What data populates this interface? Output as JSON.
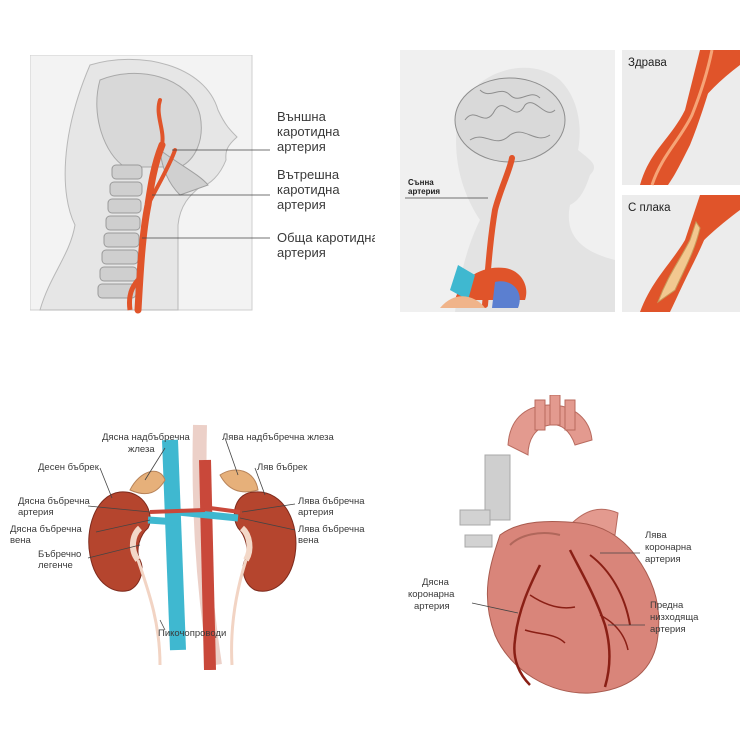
{
  "panel_neck": {
    "labels": {
      "external": [
        "Външна",
        "каротидна",
        "артерия"
      ],
      "internal": [
        "Вътрешна",
        "каротидна",
        "артерия"
      ],
      "common": [
        "Обща каротидна",
        "артерия"
      ]
    }
  },
  "panel_brain": {
    "label_carotid": [
      "Сънна",
      "артерия"
    ],
    "label_healthy": "Здрава",
    "label_plaque": "С плака"
  },
  "panel_kidney": {
    "labels": {
      "right_adrenal": [
        "Дясна надбъбречна",
        "жлеза"
      ],
      "left_adrenal": "Лява надбъбречна жлеза",
      "right_kidney": "Десен бъбрек",
      "left_kidney": "Ляв бъбрек",
      "right_renal_artery": [
        "Дясна бъбречна",
        "артерия"
      ],
      "left_renal_artery": [
        "Лява бъбречна",
        "артерия"
      ],
      "right_renal_vein": [
        "Дясна бъбречна",
        "вена"
      ],
      "left_renal_vein": [
        "Лява бъбречна",
        "вена"
      ],
      "renal_pelvis": [
        "Бъбречно",
        "легенче"
      ],
      "ureters": "Пикочопроводи"
    }
  },
  "panel_heart": {
    "labels": {
      "left_coronary": [
        "Лява",
        "коронарна",
        "артерия"
      ],
      "right_coronary": [
        "Дясна",
        "коронарна",
        "артерия"
      ],
      "anterior_descending": [
        "Предна",
        "низходяща",
        "артерия"
      ]
    }
  },
  "colors": {
    "artery": "#e0542a",
    "vein": "#3fb8d0",
    "kidney": "#b5452e",
    "heart": "#d9857a",
    "plaque": "#f2c890"
  }
}
